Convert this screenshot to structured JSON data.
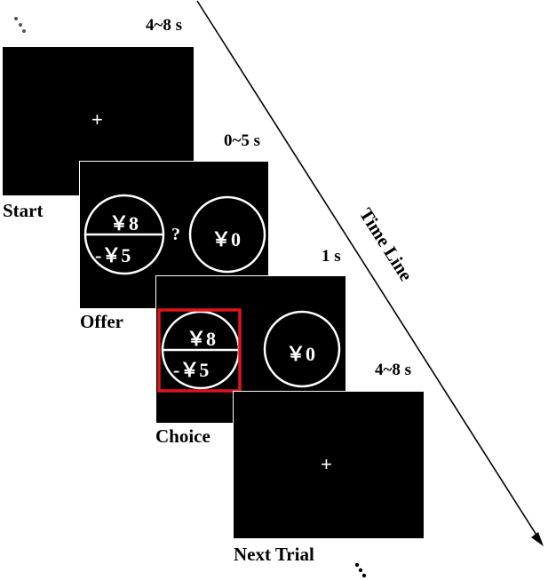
{
  "durations": {
    "start": "4~8 s",
    "offer": "0~5 s",
    "choice": "1 s",
    "next": "4~8 s"
  },
  "labels": {
    "start": "Start",
    "offer": "Offer",
    "choice": "Choice",
    "next": "Next Trial",
    "timeline": "Time Line"
  },
  "screens": {
    "fixation": "+",
    "risky_gain": "￥8",
    "risky_loss": "-￥5",
    "sure": "￥0",
    "question": "?"
  },
  "ellipsis": "...",
  "colors": {
    "screen": "#000000",
    "foreground": "#ffffff",
    "selection": "#e0141e"
  }
}
